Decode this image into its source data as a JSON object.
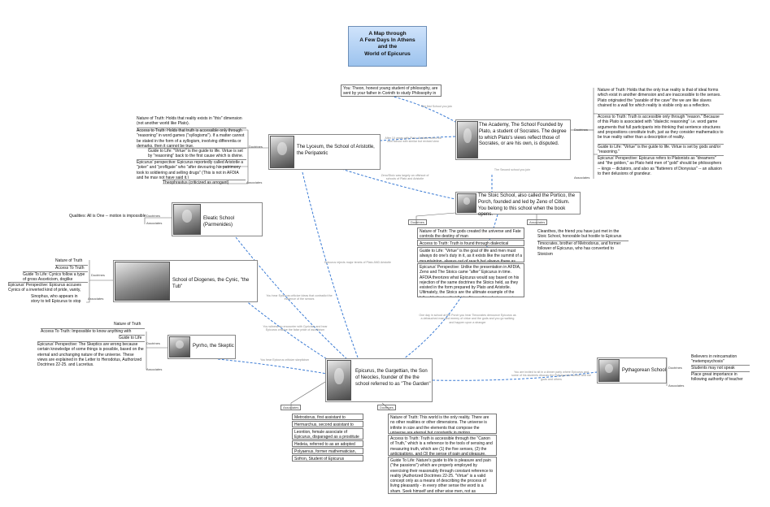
{
  "title": {
    "lines": [
      "A Map through",
      "A Few Days In Athens",
      "and the",
      "World of Epicurus"
    ]
  },
  "intro": "You: Theon, honest young student of philosophy, are sent by your father in Corinth to study Philosophy in Athens.",
  "connector_labels": {
    "first_school": "The first School you join",
    "second_school": "The Second school you join",
    "after_years": "After 10 years with Plato, Aristotle forms his own school with similar but revised view",
    "stoic_offshoot": "Zeno/Stoic was largely an offshoot of schools of Plato and Aristotle",
    "epicurus_rejects": "Epicurus rejects major tenets of Plato AND Aristotle",
    "diogenes": "You hear Epicurus criticize ideas that contradict the evidence of the senses",
    "pyrrho_link": "You witness an encounter with Cynicism and hear Epicurus criticize the false pride of asceticism",
    "skeptic": "You hear Epicurus criticize skepticism",
    "stoic_to_epicurus": "One day in school at the Porch you hear Timocrates denounce Epicurus as a debauched man and enemy of virtue and the gods and you go walking and happen upon a stranger",
    "pythagoras": "You are invited to sit in a dinner party where Epicurus and some of his students discuss the Pythagorean school and the gods and others"
  },
  "academy": {
    "label": "The Academy, The School Founded by Plato, a student of Socrates. The degree to which Plato's views reflect those of Socrates, or are his own, is disputed.",
    "doctrines_label": "Doctrines",
    "associates_label": "Associates",
    "doctrines": [
      "Nature of Truth: Holds that the only true reality is that of ideal forms which exist in another dimension and are inaccessible to the senses. Plato originated the \"parable of the cave\" the we are like slaves chained to a wall for which reality is visible only as a reflection.",
      "Access to Truth: Truth is accessible only through \"reason.\" Because of this Plato is associated with \"dialectic reasoning\" i.e. word game arguments that full participants into thinking that sentence structures and propositions constitute truth, just as they consider mathematics to be true reality rather than a description of reality.",
      "Guide to Life: \"Virtue\" is the guide to life. Virtue is set by gods and/or \"reasoning.\""
    ],
    "associates": [
      "Epicurus' Perspective: Epicurus refers to Platonists as \"dreamers\" and \"the golden,\" as Plato held men of \"gold\" should be philosophers -- kings -- dictators, and also as \"flatterers of Dionysius\" -- an allusion to their delusions of grandeur."
    ]
  },
  "lyceum": {
    "label": "The Lyceum, the School of Aristotle, the Peripatetic",
    "doctrines_label": "Doctrines",
    "associates_label": "Associates",
    "doctrines": [
      "Nature of Truth: Holds that reality exists in \"this\" dimension (not another world like Plato).",
      "Access to Truth: Holds that truth is accessible only through \"reasoning\" in word games (\"syllogisms\"). If a matter cannot be stated in the form of a syllogism, involving differentia or demarks, then it cannot be true.",
      "Guide to Life: \"Virtue\" is the guide to life. Virtue is set by \"reasoning\" back to the first cause which is divine.",
      "Epicurus' perspective: Epicurus reportedly called Aristotle a \"joker\" and \"profligate\" who \"after devouring his patrimony took to soldiering and selling drugs\" (This is not in AFDIA and he may not have said it.)"
    ],
    "associates": [
      "Theophrastus (criticized as arrogant)"
    ]
  },
  "stoic": {
    "label": "The Stoic School, also called the Portico, the Porch, founded and led by Zeno of Citium. You belong to this school when the book opens.",
    "doctrines_label": "Doctrines",
    "associates_label": "Associates",
    "doctrines": [
      "Nature of Truth: The gods created the universe and Fate controls the destiny of man",
      "Access to Truth: Truth is found through dialectical reasoning",
      "Guide to Life: \"Virtue\" is the goal of life and men must always do one's duty in it, as it exists like the summit of a mountaintop, always out of reach but always there as the goal and standard.",
      "Epicurus' Perspective: Unlike the presentation in AFDIA, Zeno and The Stoics came \"after\" Epicurus in time. AFDIA theorizes what Epicurus would say based on his rejection of the same doctrines the Stoics held, as they existed in the form prepared by Plato and Aristotle. Ultimately, the Stoics are the ultimate example of the folly of believing that \"virtue\" is anything but an empty name."
    ],
    "associates": [
      "Cleanthes, the friend you have just met in the Stoic School, honorable but hostile to Epicurus",
      "Timocrates, brother of Metrodorus, and former follower of Epicurus, who has converted to Stoicism"
    ]
  },
  "eleatic": {
    "label": "Eleatic School (Parmenides)",
    "doctrines_label": "Doctrines",
    "associates_label": "Associates",
    "doctrines": [
      "Qualities: All is One -- motion is impossible"
    ]
  },
  "diogenes": {
    "label": "School of Diogenes, the Cynic, \"the Tub\"",
    "doctrines_label": "Doctrines",
    "associates_label": "Associates",
    "doctrines": [
      "Nature of Truth",
      "Access To Truth",
      "Guide To Life: Cynics follow a type of gross Asceticism, doglike manners",
      "Epicurus' Perspective: Epicurus accuses Cynics of a inverted kind of pride, vanity, and ambition"
    ],
    "associates": [
      "Sinophus, who appears in story to tell Epicurus to stop teaching"
    ]
  },
  "pyrrho": {
    "label": "Pyrrho, the Skeptic",
    "doctrines_label": "Doctrines",
    "associates_label": "Associates",
    "doctrines": [
      "Nature of Truth",
      "Access To Truth: Impossible to know anything with certainty",
      "Guide to Life",
      "Epicurus' Perspective: The Skeptics are wrong because certain knowledge of some things is possible, based on the eternal and unchanging nature of the universe. These views are explained in the Letter to Herodotus, Authorized Doctrines 22-25, and Lucretius."
    ]
  },
  "epicurus": {
    "label": "Epicurus, the Gargettian, the Son of Neocles, founder of the the school referred to as \"The Garden\"",
    "doctrines_label": "Doctrines",
    "associates_label": "Associates",
    "associates": [
      "Metrodorus, first assistant to Epicurus",
      "Hermarchus, second assistant to Epicurus",
      "Leontion, female associate of Epicurus, disparaged as a prostitute but a philosopher herself",
      "Hedeia, referred to as an adopted daughter",
      "Polyaenus, former mathematician, now Epicurean",
      "Sofron, Student of Epicurus"
    ],
    "doctrines": [
      "Nature of Truth: This world is the only reality. There are no other realities or other dimensions. The universe is infinite in size and the elements that compose the universe are eternal but constantly in motion.",
      "Access to Truth: Truth is accessible through the \"Canon of Truth,\" which is a reference to the tools of sensing and measuring truth, which are (1) the five senses, (2) the anticipations, and (3) the sense of pain and pleasure.",
      "Guide To Life: Nature's guide to life is pleasure and pain (\"the passions\") which are properly employed by exercising their reasonably through constant reference to reality (Authorized Doctrines 22-25. \"Virtue\" is a valid concept only as a means of describing the process of living pleasantly - in every other sense the word is a sham. Seek himself and other wise men, not as \"teachers\", but as guides for parts of life"
    ]
  },
  "pythagorean": {
    "label": "Pythagorean School",
    "doctrines_label": "Doctrines",
    "associates_label": "Associates",
    "doctrines": [
      "Believers in reincarnation \"metempsychosis\"",
      "Students may not speak",
      "Place great importance in following authority of teacher"
    ]
  }
}
